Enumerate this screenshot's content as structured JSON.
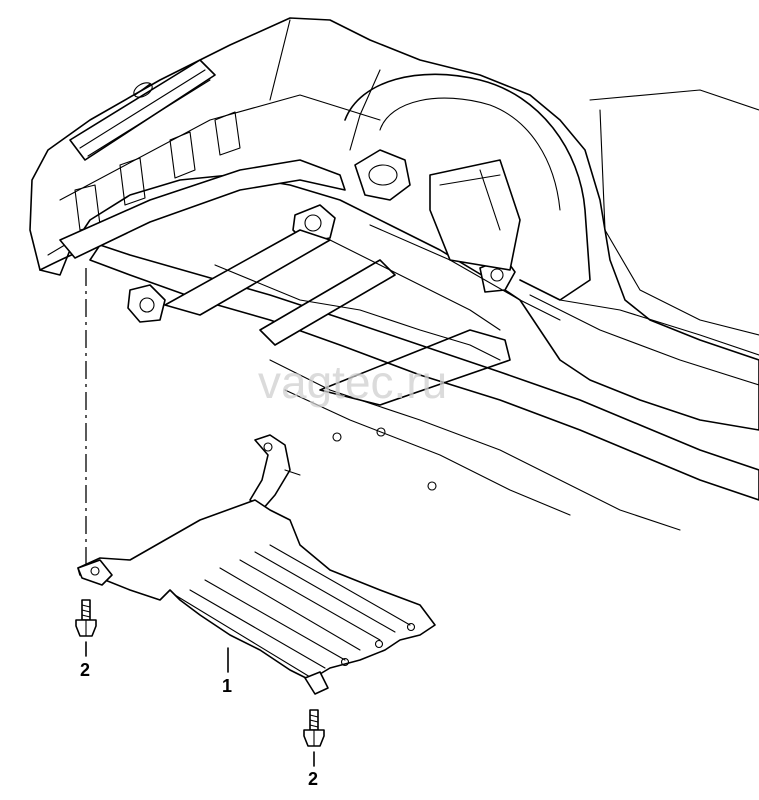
{
  "watermark": "vagtec.ru",
  "callouts": {
    "part_1": "1",
    "part_2_left": "2",
    "part_2_right": "2"
  }
}
